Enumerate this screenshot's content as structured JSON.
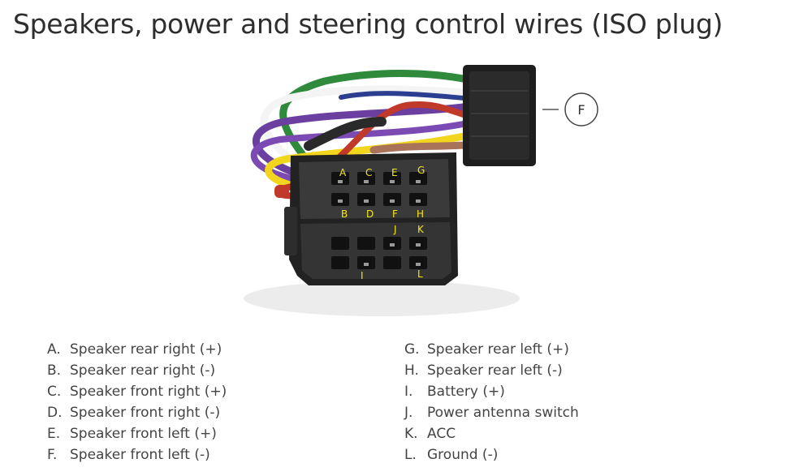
{
  "title": "Speakers, power and steering control wires (ISO plug)",
  "pin_labels": [
    "A",
    "C",
    "E",
    "G",
    "B",
    "D",
    "F",
    "H",
    "J",
    "K",
    "I",
    "L"
  ],
  "callout": "F",
  "legend_left": [
    {
      "letter": "A.",
      "text": "Speaker rear right (+)"
    },
    {
      "letter": "B.",
      "text": "Speaker rear right (-)"
    },
    {
      "letter": "C.",
      "text": "Speaker front right (+)"
    },
    {
      "letter": "D.",
      "text": "Speaker front right (-)"
    },
    {
      "letter": "E.",
      "text": "Speaker front left (+)"
    },
    {
      "letter": "F.",
      "text": "Speaker front left (-)"
    }
  ],
  "legend_right": [
    {
      "letter": "G.",
      "text": "Speaker rear left (+)"
    },
    {
      "letter": "H.",
      "text": "Speaker rear left (-)"
    },
    {
      "letter": "I.",
      "text": "Battery (+)"
    },
    {
      "letter": "J.",
      "text": "Power antenna switch"
    },
    {
      "letter": "K.",
      "text": "ACC"
    },
    {
      "letter": "L.",
      "text": "Ground (-)"
    }
  ],
  "wire_colors": [
    "#2f8a3c",
    "#6a3fa0",
    "#f2d51d",
    "#c0392b",
    "#ffffff",
    "#9a6b4f",
    "#222222"
  ]
}
